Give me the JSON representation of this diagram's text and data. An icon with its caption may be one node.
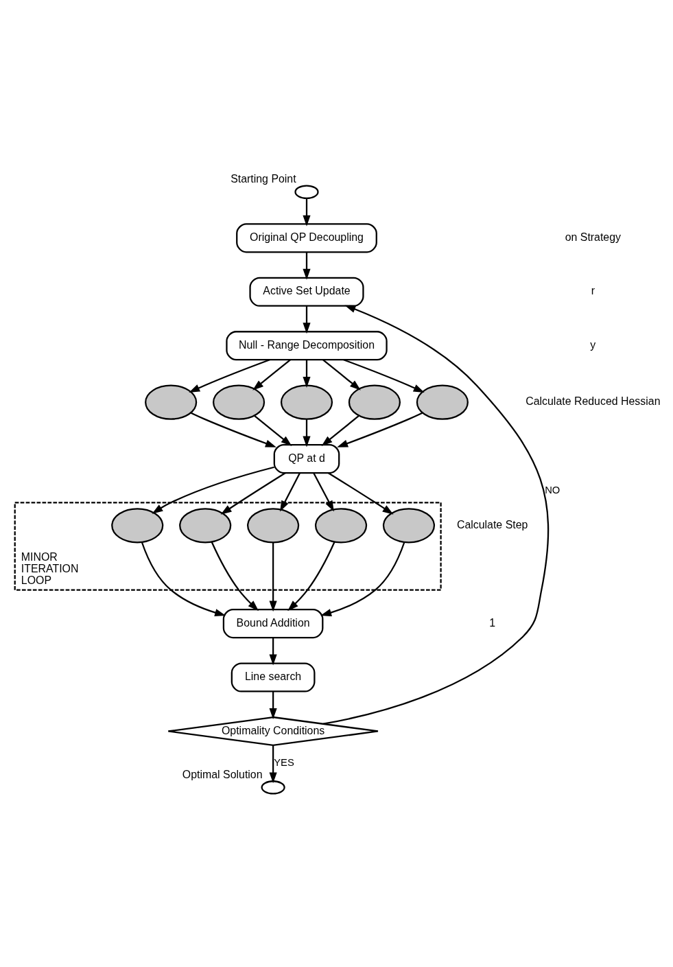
{
  "diagram": {
    "nodes": [
      {
        "text": [],
        "shape": "ellipse",
        "beside": [
          "Starting Point"
        ]
      },
      {
        "text": [
          "Original QP Decoupling"
        ]
      },
      {
        "text": [
          "Active Set Update"
        ]
      },
      {
        "text": [
          "Null - Range Decomposition"
        ]
      },
      {
        "text": [],
        "shape": "ellipse"
      },
      {
        "text": [],
        "shape": "ellipse"
      },
      {
        "text": [],
        "shape": "ellipse"
      },
      {
        "text": [],
        "shape": "ellipse"
      },
      {
        "text": [],
        "shape": "ellipse"
      },
      {
        "text": [
          "QP at d"
        ]
      },
      {
        "text": [
          "MINOR ITERATION LOOP"
        ]
      },
      {
        "text": [],
        "shape": "ellipse",
        "in": 10
      },
      {
        "text": [],
        "shape": "ellipse",
        "in": 10
      },
      {
        "text": [],
        "shape": "ellipse",
        "in": 10
      },
      {
        "text": [],
        "shape": "ellipse",
        "in": 10
      },
      {
        "text": [],
        "shape": "ellipse",
        "in": 10
      },
      {
        "text": [
          "Bound Addition"
        ]
      },
      {
        "text": [
          "Line search"
        ]
      },
      {
        "text": [
          "Optimality Conditions"
        ]
      },
      {
        "text": [],
        "shape": "ellipse",
        "beside": [
          "Optimal Solution"
        ]
      }
    ],
    "edges": [
      {
        "from": 0,
        "to": 1,
        "arrow": "to"
      },
      {
        "from": 1,
        "to": 2,
        "arrow": "to"
      },
      {
        "from": 2,
        "to": 3,
        "arrow": "to"
      },
      {
        "from": 3,
        "to": 4,
        "arrow": "to"
      },
      {
        "from": 3,
        "to": 5,
        "arrow": "to"
      },
      {
        "from": 3,
        "to": 6,
        "arrow": "to"
      },
      {
        "from": 3,
        "to": 7,
        "arrow": "to"
      },
      {
        "from": 3,
        "to": 8,
        "arrow": "to"
      },
      {
        "from": 4,
        "to": 9,
        "arrow": "to"
      },
      {
        "from": 5,
        "to": 9,
        "arrow": "to"
      },
      {
        "from": 6,
        "to": 9,
        "arrow": "to"
      },
      {
        "from": 7,
        "to": 9,
        "arrow": "to"
      },
      {
        "from": 8,
        "to": 9,
        "arrow": "to"
      },
      {
        "from": 9,
        "to": 11,
        "arrow": "to"
      },
      {
        "from": 9,
        "to": 12,
        "arrow": "to"
      },
      {
        "from": 9,
        "to": 13,
        "arrow": "to"
      },
      {
        "from": 9,
        "to": 14,
        "arrow": "to"
      },
      {
        "from": 9,
        "to": 15,
        "arrow": "to"
      },
      {
        "from": 11,
        "to": 16,
        "arrow": "to"
      },
      {
        "from": 12,
        "to": 16,
        "arrow": "to"
      },
      {
        "from": 13,
        "to": 16,
        "arrow": "to"
      },
      {
        "from": 14,
        "to": 16,
        "arrow": "to"
      },
      {
        "from": 15,
        "to": 16,
        "arrow": "to"
      },
      {
        "from": 16,
        "to": 17,
        "arrow": "to"
      },
      {
        "from": 17,
        "to": 18,
        "arrow": "to"
      },
      {
        "from": 18,
        "to": 19,
        "arrow": "to",
        "label": "YES"
      },
      {
        "from": 18,
        "to": 2,
        "arrow": "to",
        "label": "NO"
      }
    ],
    "labels": [
      "on Strategy",
      "r",
      "y",
      "Calculate Reduced Hessian",
      "Calculate Step",
      "1"
    ]
  }
}
